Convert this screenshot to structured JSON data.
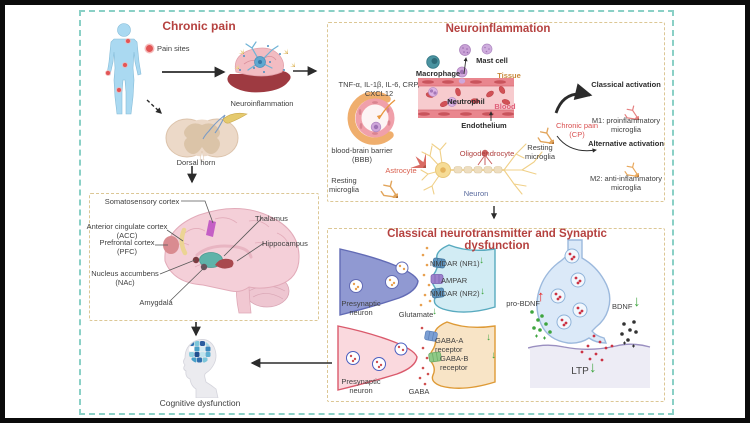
{
  "colors": {
    "border_teal": "#8ad0c6",
    "panel_border_tan": "#dcc795",
    "heading_red": "#b5413f",
    "tissue_label": "#c8893a",
    "blood_label": "#e0607a",
    "astrocyte_label": "#d9604f",
    "oligodendrocyte_label": "#b0413f",
    "neuron_label": "#5a6b9e",
    "chronic_pain_label": "#d94f4f",
    "arrow_green": "#3fa53f",
    "arrow_red": "#e52a2a"
  },
  "glyphs": {
    "down_arrow": "↓",
    "up_arrow": "↑"
  },
  "left_flow": {
    "title": "Chronic pain",
    "pain_sites": "Pain sites",
    "neuroinflammation": "Neuroinflammation",
    "dorsal_horn": "Dorsal horn",
    "cognitive_dysfunction": "Cognitive dysfunction"
  },
  "brain_box": {
    "somatosensory_cortex": "Somatosensory cortex",
    "thalamus": "Thalamus",
    "acc": "Anterior cingulate cortex\n(ACC)",
    "hippocampus": "Hippocampus",
    "pfc": "Prefrontal cortex\n(PFC)",
    "nac": "Nucleus accumbens\n(NAc)",
    "amygdala": "Amygdala"
  },
  "neuro_panel": {
    "title": "Neuroinflammation",
    "cytokines": "TNF-α,  IL-1β, IL-6, CRP,\nCXCL12",
    "bbb": "blood-brain barrier\n(BBB)",
    "resting_microglia_left": "Resting\nmicroglia",
    "astrocyte": "Astrocyte",
    "macrophage": "Macrophage",
    "mast_cell": "Mast cell",
    "tissue": "Tissue",
    "neutrophil": "Neutrophil",
    "blood": "Blood",
    "endothelium": "Endothelium",
    "oligodendrocyte": "Oligodendrocyte",
    "neuron": "Neuron",
    "resting_microglia_right": "Resting\nmicroglia",
    "chronic_pain": "Chronic pain\n(CP)",
    "classical_activation": "Classical activation",
    "m1": "M1: proinflammatory\nmicroglia",
    "alternative_activation": "Alternative activation",
    "m2": "M2: anti-inflammatory\nmicroglia"
  },
  "synaptic_panel": {
    "title": "Classical neurotransmitter and Synaptic dysfunction",
    "presynaptic_neuron_glutamate": "Presynaptic\nneuron",
    "glutamate": "Glutamate",
    "nmdar_nr1": "NMDAR (NR1)",
    "ampar": "AMPAR",
    "nmdar_nr2": "NMDAR (NR2)",
    "presynaptic_neuron_gaba": "Presynaptic\nneuron",
    "gaba": "GABA",
    "gaba_a_receptor": "GABA-A receptor",
    "gaba_b_receptor": "GABA-B receptor",
    "pro_bdnf": "pro-BDNF",
    "bdnf": "BDNF",
    "ltp": "LTP"
  }
}
